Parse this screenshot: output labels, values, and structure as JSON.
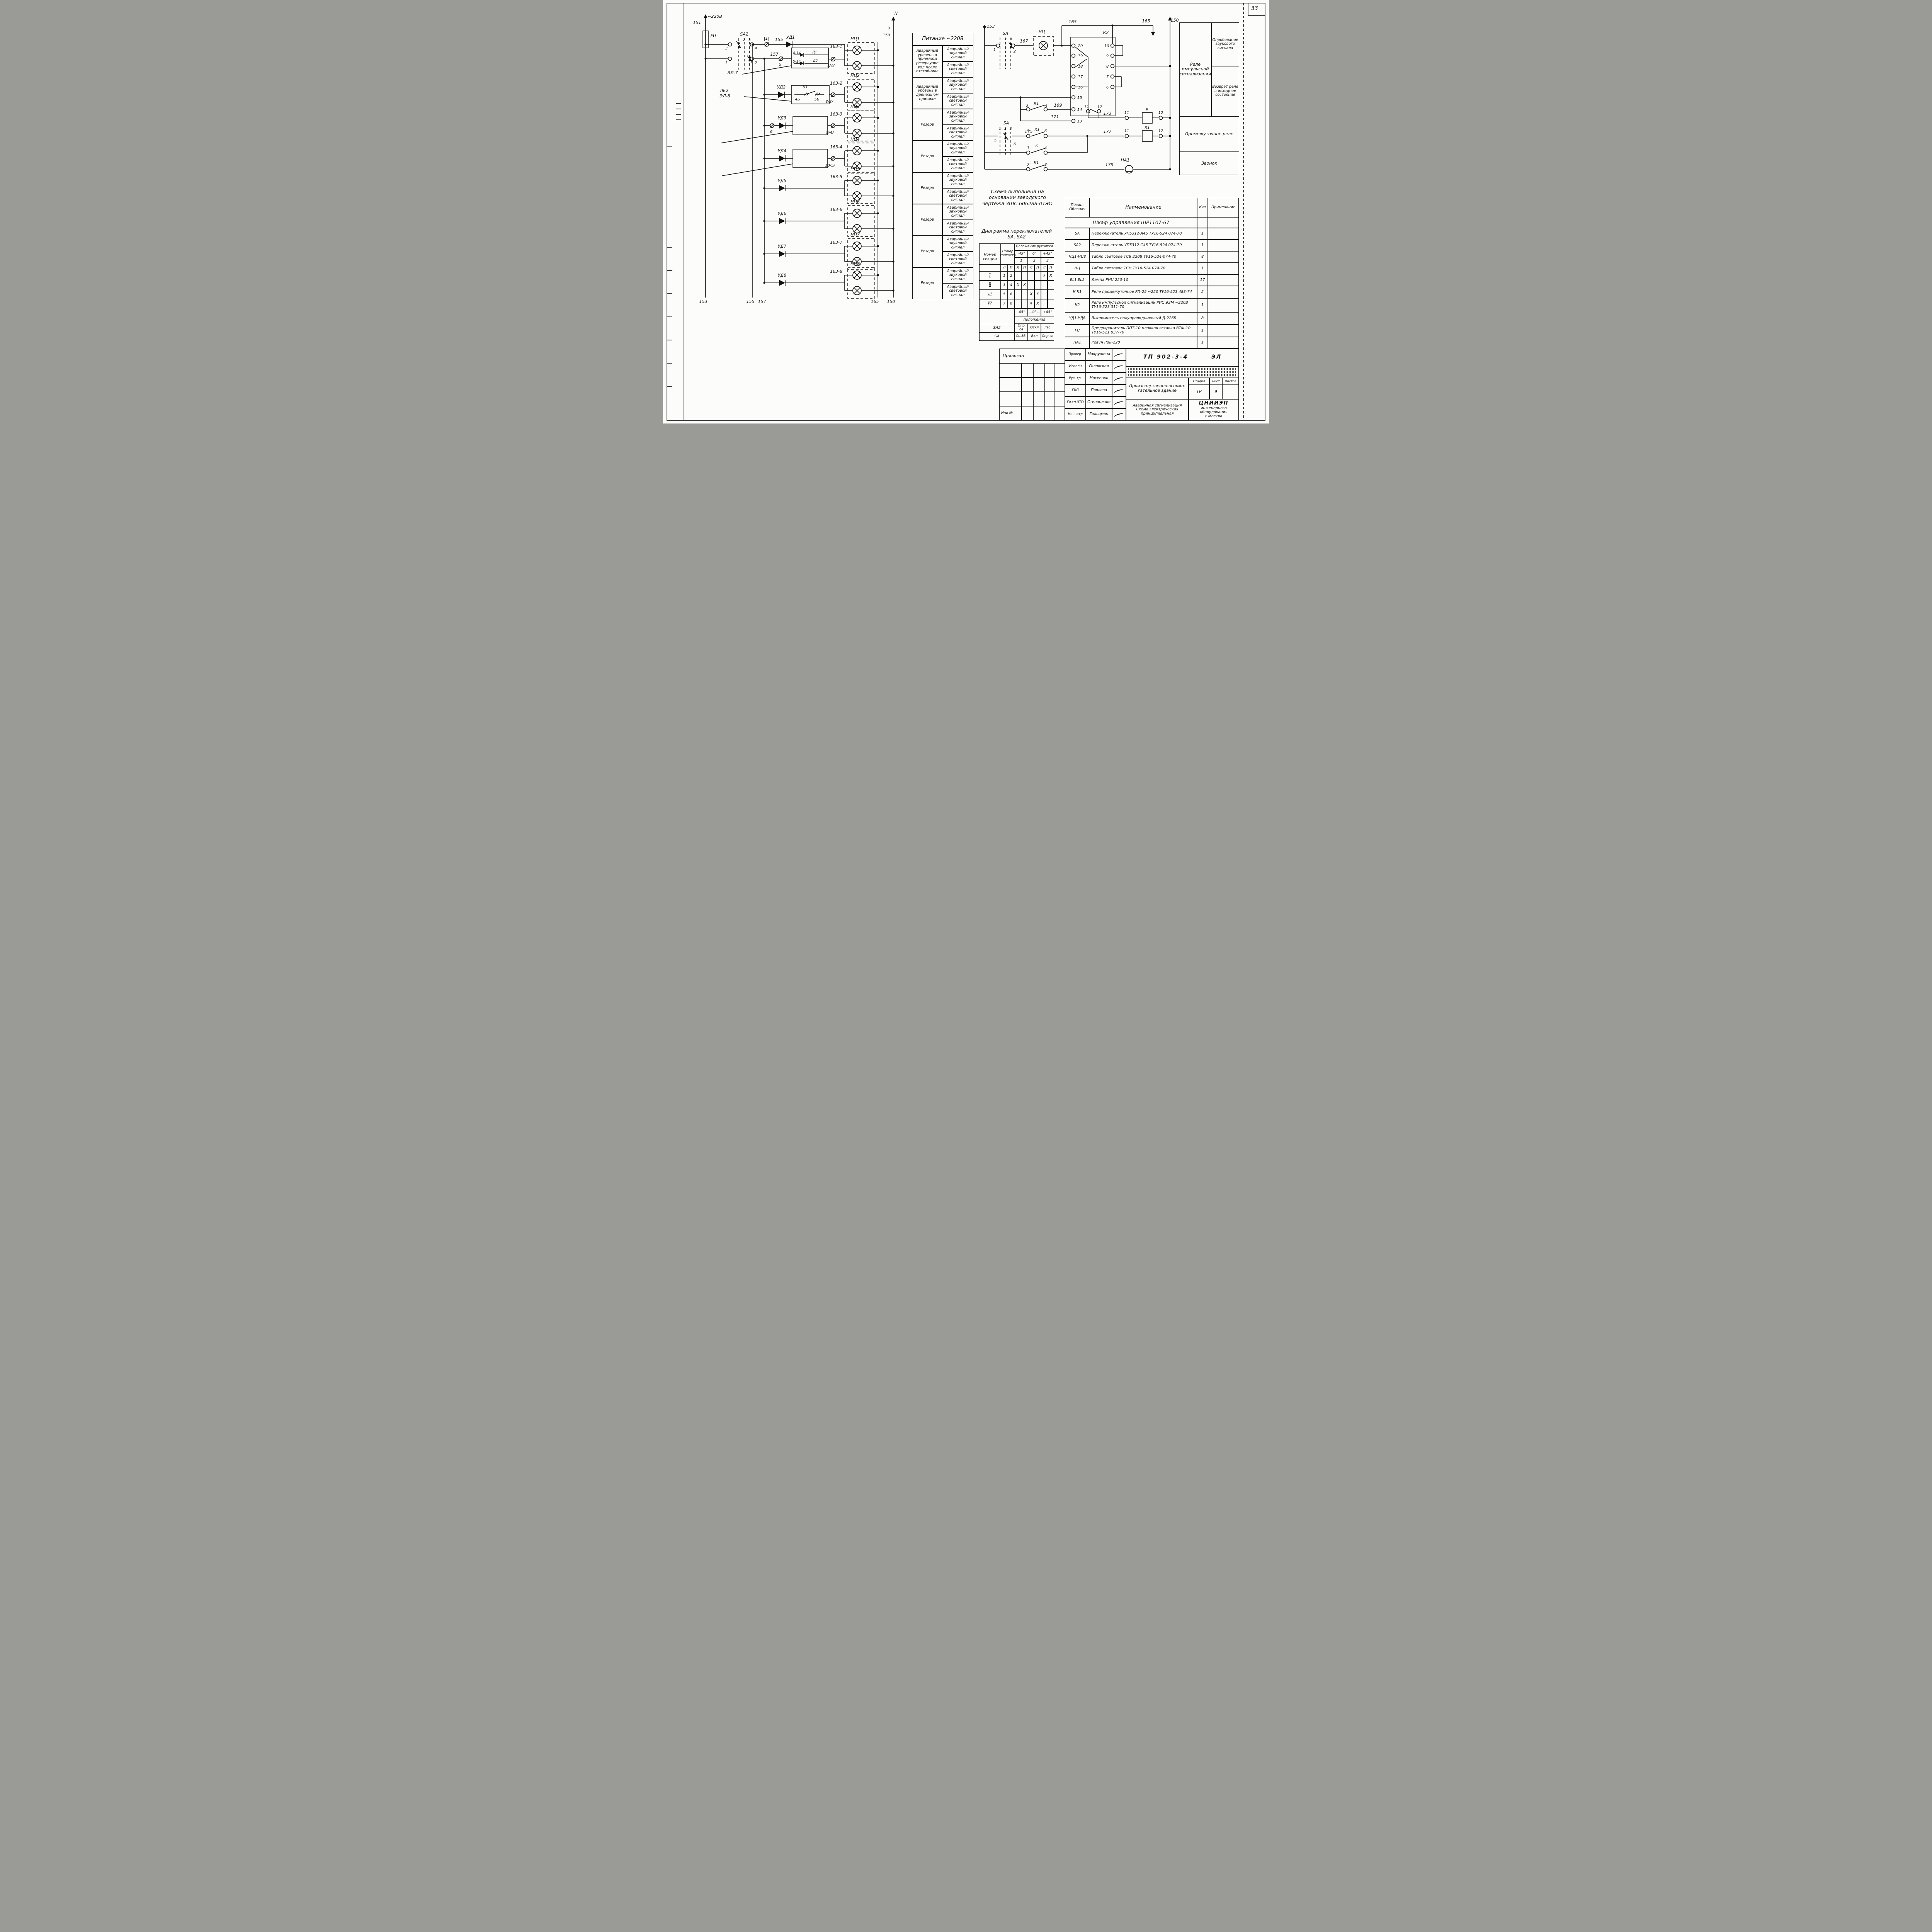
{
  "page": {
    "number": "33"
  },
  "power_table": {
    "header": "Питание ~220В",
    "rows": [
      {
        "name": "Аварийный уровень в приемном резервуаре вод после отстойника",
        "top": "Аварийный звуковой сигнал",
        "bottom": "Аварийный световой сигнал"
      },
      {
        "name": "Аварийный уровень в дренажном приямке",
        "top": "Аварийный звуковой сигнал",
        "bottom": "Аварийный световой сигнал"
      },
      {
        "name": "Резерв",
        "top": "Аварийный звуковой сигнал",
        "bottom": "Аварийный световой сигнал"
      },
      {
        "name": "Резерв",
        "top": "Аварийный звуковой сигнал",
        "bottom": "Аварийный световой сигнал"
      },
      {
        "name": "Резерв",
        "top": "Аварийный звуковой сигнал",
        "bottom": "Аварийный световой сигнал"
      },
      {
        "name": "Резерв",
        "top": "Аварийный звуковой сигнал",
        "bottom": "Аварийный световой сигнал"
      },
      {
        "name": "Резерв",
        "top": "Аварийный звуковой сигнал",
        "bottom": "Аварийный световой сигнал"
      },
      {
        "name": "Резерв",
        "top": "Аварийный звуковой сигнал",
        "bottom": "Аварийный световой сигнал"
      }
    ]
  },
  "note": {
    "lines": [
      "Схема выполнена на",
      "основании заводского",
      "чертежа ЗШС 606288-01ЭО"
    ]
  },
  "right_labels": {
    "relay": "Реле импульсной сигнализации",
    "test": "Опробование звукового сигнала",
    "reset": "Возврат реле в исходное состояние",
    "inter": "Промежуточное реле",
    "bell": "Звонок"
  },
  "switch_diagram": {
    "title1": "Диаграмма переключателей",
    "title2": "SA, SA2",
    "col_section": "Номер секции",
    "col_contact": "Номер контакта",
    "col_pos": "Положение рукоятки",
    "angles": [
      "-45°",
      "0°",
      "+45°"
    ],
    "pos_nums": [
      "1",
      "2",
      "3"
    ],
    "lp": [
      "Л",
      "П"
    ],
    "rows": [
      {
        "section": "I",
        "c1": "1",
        "c2": "2",
        "marks": [
          "",
          "",
          "",
          "",
          "X",
          "X"
        ]
      },
      {
        "section": "II",
        "c1": "3",
        "c2": "4",
        "marks": [
          "X",
          "X",
          "",
          "",
          "",
          ""
        ]
      },
      {
        "section": "III",
        "c1": "5",
        "c2": "6",
        "marks": [
          "",
          "",
          "X",
          "X",
          "",
          ""
        ]
      },
      {
        "section": "IV",
        "c1": "7",
        "c2": "8",
        "marks": [
          "",
          "",
          "X",
          "X",
          "",
          ""
        ]
      }
    ],
    "footer_angles": [
      "-45°",
      "—0°—",
      "+45°"
    ],
    "footer_label": "положения",
    "sa2_name": "SA2",
    "sa2_vals": [
      "Опр св",
      "Откл",
      "Раб"
    ],
    "sa_name": "SA",
    "sa_vals": [
      "Сн.ЗВ.",
      "Вкл",
      "Опр зв"
    ]
  },
  "parts_table": {
    "h_pos": "Позиц. Обознач",
    "h_name": "Наименование",
    "h_qty": "Кол",
    "h_note": "Примечание",
    "group": "Шкаф управления ШР1107-67",
    "rows": [
      {
        "pos": "SA",
        "name": "Переключатель УП5312-А45 ТУ16-524 074-70",
        "qty": "1"
      },
      {
        "pos": "SA2",
        "name": "Переключатель УП5312-С45 ТУ16-524 074-70",
        "qty": "1"
      },
      {
        "pos": "НЦ1-НЦ8",
        "name": "Табло световое ТСБ 220В  ТУ16-524-074-70",
        "qty": "8"
      },
      {
        "pos": "НЦ",
        "name": "Табло световое ТСН  ТУ16-524 074-70",
        "qty": "1"
      },
      {
        "pos": "EL1,EL2",
        "name": "Лампа РНЦ 220-10",
        "qty": "17"
      },
      {
        "pos": "К,К1",
        "name": "Реле промежуточное РП-25 ~220 ТУ16-523 483-74",
        "qty": "2"
      },
      {
        "pos": "К2",
        "name": "Реле импульсной сигнализации РИС ЭЗМ ~220В ТУ16-523 311-70",
        "qty": "1"
      },
      {
        "pos": "УД1-УД8",
        "name": "Выпрямитель полупроводниковый Д-226Б",
        "qty": "8"
      },
      {
        "pos": "FU",
        "name": "Предохранитель ППТ-10 плавкая вставка ВТФ-10 ТУ16-521 037-70",
        "qty": "1"
      },
      {
        "pos": "НА1",
        "name": "Ревун РВII-220",
        "qty": "1"
      }
    ]
  },
  "title_block": {
    "doc": "ТП 902-3-4",
    "code": "ЭЛ",
    "building": [
      "Производственно-вспомо-",
      "гательное здание"
    ],
    "stage_h": "Стадия",
    "sheet_h": "Лист",
    "sheets_h": "Листов",
    "stage": "ТР",
    "sheet": "9",
    "title": [
      "Аварийная сигнализация",
      "Схема электрическая",
      "принципиальная"
    ],
    "org": [
      "ЦНИИЭП",
      "инженерного оборудования",
      "г Москва"
    ],
    "attach": "Привязан",
    "inv": "Инв №",
    "sign_rows": [
      {
        "role": "Провер.",
        "name": "Макрушина"
      },
      {
        "role": "Исполн",
        "name": "Головская"
      },
      {
        "role": "Рук. гр.",
        "name": "Мосеенко"
      },
      {
        "role": "ГИП",
        "name": "Павлова"
      },
      {
        "role": "Гл.сп.ЭТО",
        "name": "Степаненко"
      },
      {
        "role": "Нач. отд",
        "name": "Гольцман"
      }
    ]
  },
  "schematic": {
    "labels": [
      [
        "~220В",
        134,
        46
      ],
      [
        "151",
        88,
        62
      ],
      [
        "FU",
        130,
        96
      ],
      [
        "SA2",
        210,
        92
      ],
      [
        "1",
        196,
        106,
        9
      ],
      [
        "2",
        210,
        106,
        9
      ],
      [
        "3",
        224,
        106,
        9
      ],
      [
        "3",
        164,
        128,
        10
      ],
      [
        "1",
        164,
        164,
        10
      ],
      [
        "4",
        240,
        128,
        10
      ],
      [
        "2",
        240,
        166,
        10
      ],
      [
        "|1|",
        268,
        103
      ],
      [
        "155",
        300,
        106
      ],
      [
        "157",
        288,
        144
      ],
      [
        "5",
        303,
        170,
        10
      ],
      [
        "УД1",
        330,
        100
      ],
      [
        "ЭЛ-7",
        180,
        192
      ],
      [
        "ЛЕ2",
        158,
        238
      ],
      [
        "ЭЛ-8",
        160,
        252
      ],
      [
        "4-14",
        346,
        140,
        9
      ],
      [
        "Д1",
        392,
        138,
        9
      ],
      [
        "5-14",
        346,
        162,
        9
      ],
      [
        "Д2",
        394,
        160,
        9
      ],
      [
        "К1",
        368,
        228,
        10
      ],
      [
        "4Б",
        348,
        260,
        10
      ],
      [
        "5Б",
        398,
        260,
        10
      ],
      [
        "7/2/",
        434,
        172,
        10
      ],
      [
        "8/3/",
        430,
        266,
        10
      ],
      [
        "9/4/",
        432,
        346,
        10
      ],
      [
        "10/5/",
        432,
        431,
        10
      ],
      [
        "6",
        280,
        344,
        10
      ],
      [
        "163-1",
        448,
        124
      ],
      [
        "163-2",
        448,
        219
      ],
      [
        "163-3",
        448,
        299
      ],
      [
        "163-4",
        448,
        384
      ],
      [
        "163-5",
        448,
        461
      ],
      [
        "163-6",
        448,
        546
      ],
      [
        "163-7",
        448,
        631
      ],
      [
        "163-8",
        448,
        706
      ],
      [
        "НЦ1",
        497,
        104
      ],
      [
        "НЦ2",
        497,
        199
      ],
      [
        "НЦ3",
        497,
        279
      ],
      [
        "НЦ4",
        497,
        364
      ],
      [
        "НЦ5",
        497,
        441
      ],
      [
        "НЦ6",
        497,
        526
      ],
      [
        "НЦ7",
        497,
        611
      ],
      [
        "НЦ8",
        497,
        686
      ],
      [
        "УД2",
        306,
        229
      ],
      [
        "УД3",
        308,
        309
      ],
      [
        "УД4",
        308,
        394
      ],
      [
        "УД5",
        308,
        471
      ],
      [
        "УД6",
        308,
        556
      ],
      [
        "УД7",
        308,
        641
      ],
      [
        "УД8",
        308,
        716
      ],
      [
        "153",
        104,
        784
      ],
      [
        "155",
        226,
        784
      ],
      [
        "157",
        256,
        784
      ],
      [
        "165",
        548,
        784
      ],
      [
        "150",
        590,
        784
      ],
      [
        "N",
        603,
        38
      ],
      [
        "3",
        584,
        76,
        10
      ],
      [
        "150",
        578,
        94,
        10
      ],
      [
        "153",
        848,
        72
      ],
      [
        "SA",
        886,
        90
      ],
      [
        "1",
        872,
        104,
        9
      ],
      [
        "2",
        886,
        104,
        9
      ],
      [
        "3",
        900,
        104,
        9
      ],
      [
        "1",
        858,
        132,
        10
      ],
      [
        "2",
        910,
        136,
        10
      ],
      [
        "167",
        934,
        110
      ],
      [
        "НЦ",
        980,
        86
      ],
      [
        "165",
        1060,
        60
      ],
      [
        "165",
        1250,
        58
      ],
      [
        "150",
        1324,
        56
      ],
      [
        "К2",
        1146,
        88
      ],
      [
        "20",
        1080,
        122,
        10
      ],
      [
        "19",
        1080,
        148,
        10
      ],
      [
        "18",
        1080,
        175,
        10
      ],
      [
        "17",
        1080,
        202,
        10
      ],
      [
        "16",
        1080,
        229,
        10
      ],
      [
        "10",
        1148,
        122,
        10
      ],
      [
        "9",
        1150,
        148,
        10
      ],
      [
        "8",
        1150,
        175,
        10
      ],
      [
        "7",
        1150,
        202,
        10
      ],
      [
        "6",
        1150,
        229,
        10
      ],
      [
        "11",
        1096,
        280,
        10
      ],
      [
        "12",
        1130,
        280,
        10
      ],
      [
        "15",
        1078,
        256,
        10
      ],
      [
        "14",
        1078,
        287,
        10
      ],
      [
        "13",
        1078,
        317,
        10
      ],
      [
        "3",
        942,
        276,
        10
      ],
      [
        "К1",
        966,
        271,
        10
      ],
      [
        "4",
        992,
        276,
        10
      ],
      [
        "169",
        1022,
        276
      ],
      [
        "171",
        1014,
        306
      ],
      [
        "SA",
        888,
        322
      ],
      [
        "1",
        872,
        336,
        9
      ],
      [
        "2",
        886,
        336,
        9
      ],
      [
        "3",
        900,
        336,
        9
      ],
      [
        "5",
        860,
        366,
        10
      ],
      [
        "6",
        910,
        376,
        10
      ],
      [
        "175",
        946,
        344
      ],
      [
        "5",
        945,
        342,
        10
      ],
      [
        "К1",
        968,
        338,
        10
      ],
      [
        "6",
        990,
        342,
        10
      ],
      [
        "177",
        1150,
        344
      ],
      [
        "11",
        1200,
        342,
        10
      ],
      [
        "12",
        1288,
        342,
        10
      ],
      [
        "К1",
        1253,
        333,
        10
      ],
      [
        "173",
        1150,
        297
      ],
      [
        "11",
        1200,
        295,
        10
      ],
      [
        "К",
        1253,
        286,
        10
      ],
      [
        "12",
        1288,
        295,
        10
      ],
      [
        "3",
        945,
        386,
        10
      ],
      [
        "К",
        967,
        381,
        10
      ],
      [
        "4",
        990,
        386,
        10
      ],
      [
        "7",
        945,
        429,
        10
      ],
      [
        "К1",
        966,
        424,
        10
      ],
      [
        "8",
        990,
        429,
        10
      ],
      [
        "179",
        1155,
        430
      ],
      [
        "НА1",
        1196,
        418
      ]
    ]
  }
}
